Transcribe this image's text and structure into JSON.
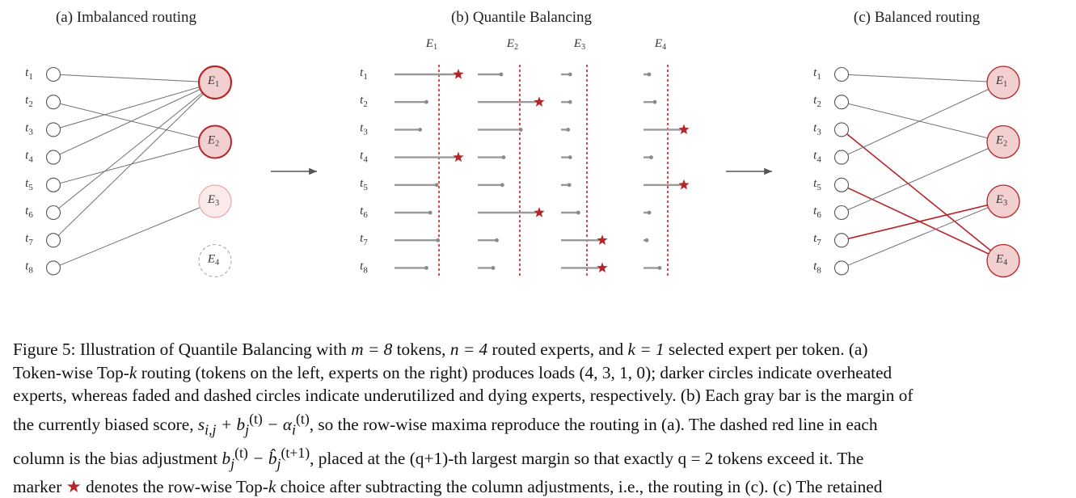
{
  "panels": {
    "a": {
      "title": "(a) Imbalanced routing"
    },
    "b": {
      "title": "(b) Quantile Balancing"
    },
    "c": {
      "title": "(c) Balanced routing"
    }
  },
  "tokens": [
    "1",
    "2",
    "3",
    "4",
    "5",
    "6",
    "7",
    "8"
  ],
  "token_symbol": "t",
  "experts": [
    "1",
    "2",
    "3",
    "4"
  ],
  "expert_symbol": "E",
  "routing_a": [
    1,
    2,
    1,
    1,
    2,
    1,
    1,
    3
  ],
  "routing_c": [
    1,
    2,
    4,
    1,
    4,
    2,
    3,
    3
  ],
  "margins_b": [
    [
      1.0,
      0.38,
      0.22,
      0.14
    ],
    [
      0.5,
      1.0,
      0.22,
      0.28
    ],
    [
      0.4,
      0.7,
      0.17,
      1.0
    ],
    [
      1.0,
      0.42,
      0.22,
      0.19
    ],
    [
      0.66,
      0.4,
      0.2,
      1.0
    ],
    [
      0.56,
      1.0,
      0.42,
      0.14
    ],
    [
      0.68,
      0.31,
      1.0,
      0.08
    ],
    [
      0.5,
      0.25,
      1.0,
      0.4
    ]
  ],
  "stars_b": [
    1,
    2,
    4,
    1,
    4,
    2,
    3,
    3
  ],
  "colors": {
    "accent": "#b5262a",
    "node_fill": "#f2d0d0",
    "node_fill_light": "#fbeaea",
    "gray": "#8c8c8c"
  },
  "caption": {
    "l1": "Figure 5: Illustration of Quantile Balancing with",
    "m_eq": "m = 8",
    "l1b": "tokens,",
    "n_eq": "n = 4",
    "l1c": "routed experts, and",
    "k_eq": "k = 1",
    "l1d": "selected expert per token. (a)",
    "l2": "Token-wise Top-",
    "k": "k",
    "l2b": "routing (tokens on the left, experts on the right) produces loads",
    "loads": "(4, 3, 1, 0)",
    "l2c": "; darker circles indicate overheated",
    "l3": "experts, whereas faded and dashed circles indicate underutilized and dying experts, respectively. (b) Each gray bar is the margin of",
    "l4": "the currently biased score,",
    "score": "s",
    "score_sub": "i,j",
    "plus": " + b",
    "b_sub": "j",
    "b_sup": "(t)",
    "minus": " − α",
    "a_sub": "i",
    "a_sup": "(t)",
    "l4b": ", so the row-wise maxima reproduce the routing in (a). The dashed red line in each",
    "l5": "column is the bias adjustment",
    "adj_b": "b",
    "adj_sub": "j",
    "adj_sup": "(t)",
    "adj_minus": " − b̂",
    "adj_sub2": "j",
    "adj_sup2": "(t+1)",
    "l5b": ", placed at the",
    "q": "(q+1)",
    "l5c": "-th largest margin so that exactly",
    "l5d": "q = 2 tokens exceed it. The",
    "l6": "marker",
    "star": "★",
    "l6b": "denotes the row-wise Top-",
    "l6c": "choice after subtracting the column adjustments, i.e., the routing in (c). (c) The retained"
  }
}
